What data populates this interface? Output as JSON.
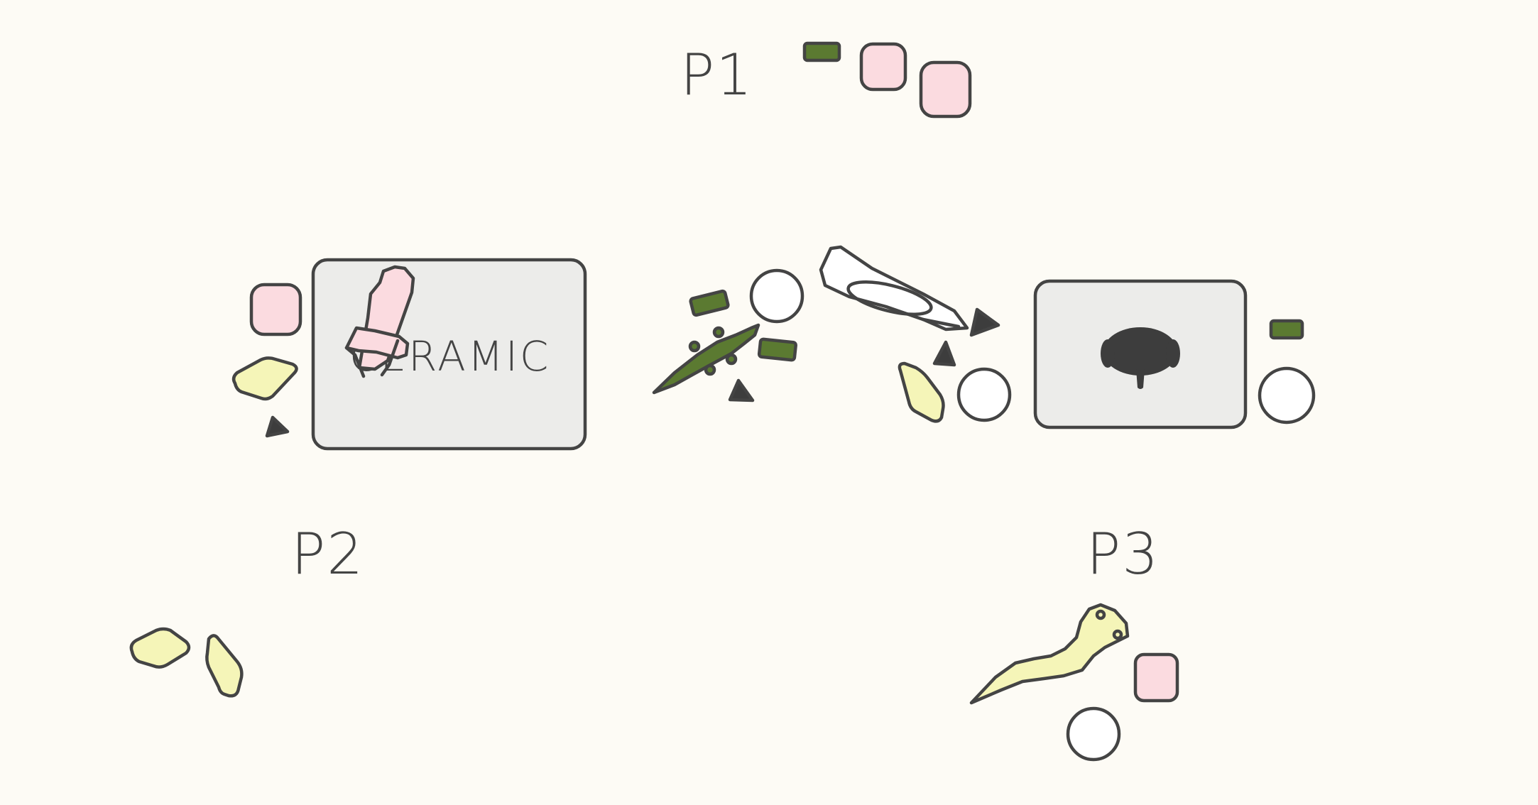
{
  "players": {
    "p1": {
      "label": "P1"
    },
    "p2": {
      "label": "P2"
    },
    "p3": {
      "label": "P3"
    }
  },
  "slots": {
    "left": {
      "label": "CERAMIC"
    },
    "right": {
      "label": ""
    }
  },
  "palette": {
    "background": "#fdfbf5",
    "outline": "#444444",
    "slot_fill": "#ececea",
    "pink": "#fbdbe0",
    "yellow": "#f5f5b8",
    "green": "#5b7a31",
    "dark": "#3d3d3d",
    "white": "#ffffff"
  },
  "pieces": {
    "shapes": [
      "pink-rounded-square",
      "yellow-hexagon",
      "green-bar",
      "dark-triangle",
      "white-circle"
    ],
    "creatures": [
      "pink-dagger",
      "green-crocodile",
      "white-shell-sword",
      "dark-beetle",
      "yellow-eel"
    ]
  }
}
